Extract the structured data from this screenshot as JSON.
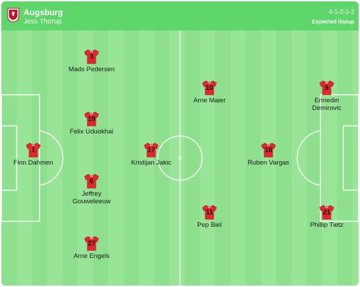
{
  "header": {
    "team_name": "Augsburg",
    "coach": "Jess Thorup",
    "formation": "4-1-2-1-2",
    "status": "Expected lineup",
    "team_logo": "augsburg-crest-icon"
  },
  "colors": {
    "header_bg": "#5fd66a",
    "pitch_light": "#98e598",
    "pitch_dark": "#8edf8e",
    "shirt": "#e8252c"
  },
  "players": [
    {
      "number": "1",
      "name": "Finn Dahmen",
      "name2": ""
    },
    {
      "number": "3",
      "name": "Mads Pedersen",
      "name2": ""
    },
    {
      "number": "19",
      "name": "Felix Uduokhai",
      "name2": ""
    },
    {
      "number": "6",
      "name": "Jeffrey",
      "name2": "Gouweleeuw"
    },
    {
      "number": "27",
      "name": "Arne Engels",
      "name2": ""
    },
    {
      "number": "17",
      "name": "Kristijan Jakic",
      "name2": ""
    },
    {
      "number": "10",
      "name": "Arne Maier",
      "name2": ""
    },
    {
      "number": "11",
      "name": "Pep Biel",
      "name2": ""
    },
    {
      "number": "16",
      "name": "Ruben Vargas",
      "name2": ""
    },
    {
      "number": "9",
      "name": "Ermedin",
      "name2": "Demirovic"
    },
    {
      "number": "21",
      "name": "Phillip Tietz",
      "name2": ""
    }
  ]
}
